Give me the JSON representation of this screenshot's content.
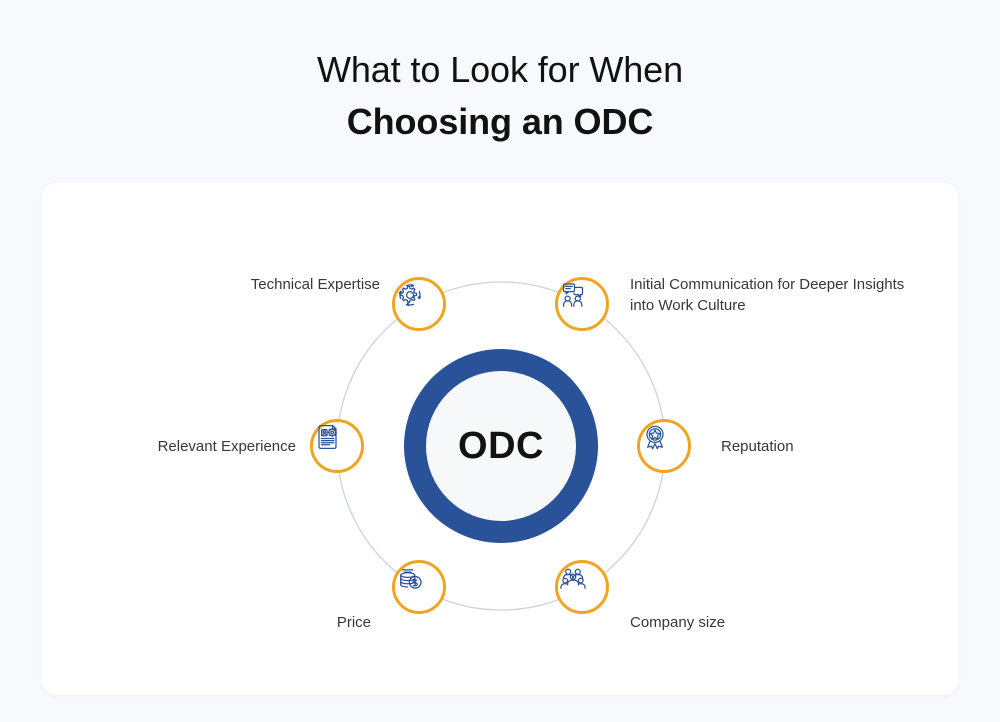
{
  "title": {
    "line1": "What to Look for When",
    "line2": "Choosing an ODC"
  },
  "diagram": {
    "type": "hub-and-spoke",
    "center": {
      "label": "ODC",
      "ring_color": "#2a5298",
      "inner_color": "#f7f8fa"
    },
    "node_ring_color": "#efa521",
    "icon_color": "#2a5298",
    "connector_color": "#cfd2d8",
    "nodes": [
      {
        "id": "technical-expertise",
        "label": "Technical Expertise",
        "icon": "gear-rotation-icon",
        "position": "top-left"
      },
      {
        "id": "initial-communication",
        "label": "Initial Communication for Deeper Insights into Work Culture",
        "icon": "chat-people-icon",
        "position": "top-right"
      },
      {
        "id": "reputation",
        "label": "Reputation",
        "icon": "award-medal-icon",
        "position": "right"
      },
      {
        "id": "company-size",
        "label": "Company size",
        "icon": "people-group-icon",
        "position": "bottom-right"
      },
      {
        "id": "price",
        "label": "Price",
        "icon": "coins-stack-icon",
        "position": "bottom-left"
      },
      {
        "id": "relevant-experience",
        "label": "Relevant Experience",
        "icon": "resume-document-icon",
        "position": "left"
      }
    ]
  },
  "colors": {
    "page_background": "#f8f9fc",
    "card_background": "#ffffff",
    "accent_blue": "#2a5298",
    "accent_orange": "#efa521",
    "text": "#35373b",
    "title_text": "#111214"
  }
}
